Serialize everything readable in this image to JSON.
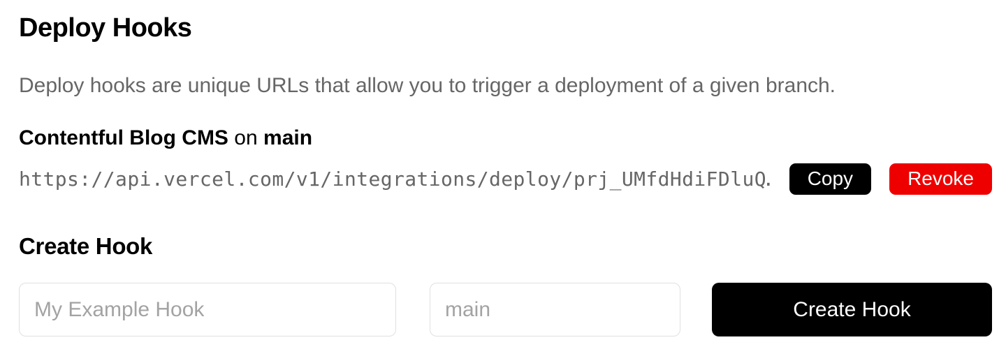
{
  "page": {
    "title": "Deploy Hooks",
    "description": "Deploy hooks are unique URLs that allow you to trigger a deployment of a given branch."
  },
  "hook": {
    "name": "Contentful Blog CMS",
    "on_text": "on",
    "branch": "main",
    "url": "https://api.vercel.com/v1/integrations/deploy/prj_UMfdHdiFDluQ…",
    "copy_label": "Copy",
    "revoke_label": "Revoke"
  },
  "create": {
    "heading": "Create Hook",
    "name_placeholder": "My Example Hook",
    "branch_placeholder": "main",
    "submit_label": "Create Hook"
  },
  "colors": {
    "danger": "#ee0000",
    "button_bg": "#000000",
    "text_muted": "#666666",
    "placeholder": "#a3a3a3",
    "input_border": "#e0e0e0"
  }
}
